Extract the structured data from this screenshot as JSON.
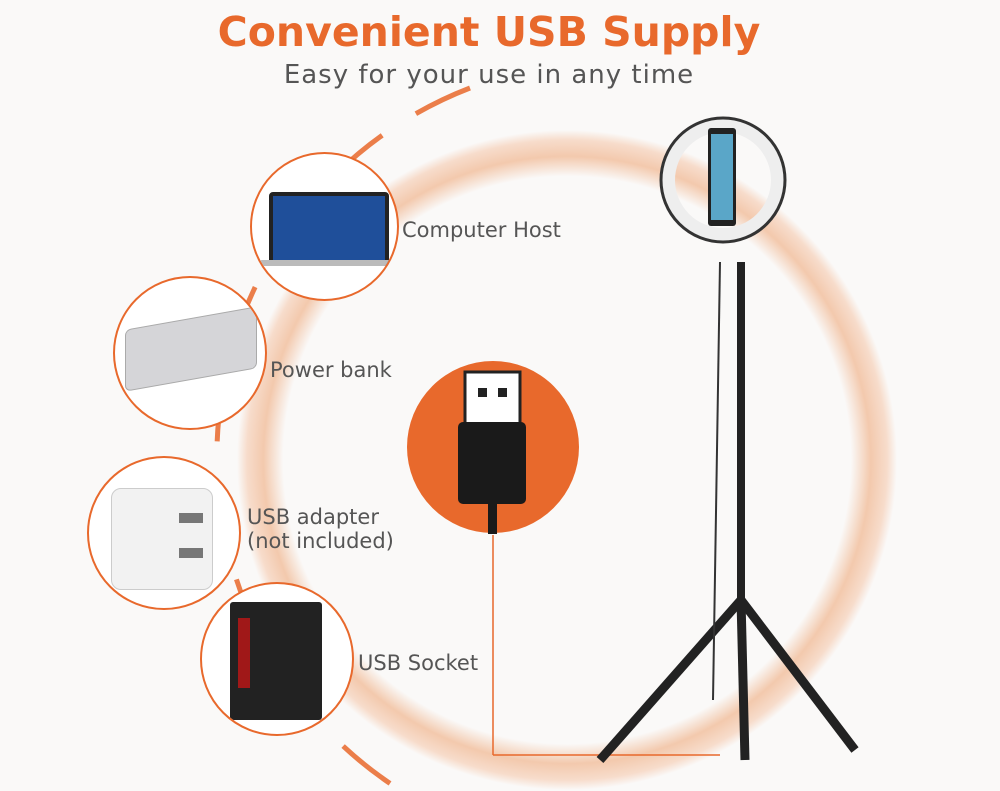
{
  "header": {
    "title": "Convenient USB Supply",
    "subtitle": "Easy for your use in any time"
  },
  "sources": [
    {
      "label": "Computer Host",
      "icon": "laptop-icon"
    },
    {
      "label": "Power bank",
      "icon": "power-bank-icon"
    },
    {
      "label": "USB adapter",
      "label2": "(not included)",
      "icon": "usb-adapter-icon"
    },
    {
      "label": "USB Socket",
      "icon": "pc-tower-icon"
    }
  ],
  "colors": {
    "accent": "#e8692c",
    "text": "#555555"
  }
}
